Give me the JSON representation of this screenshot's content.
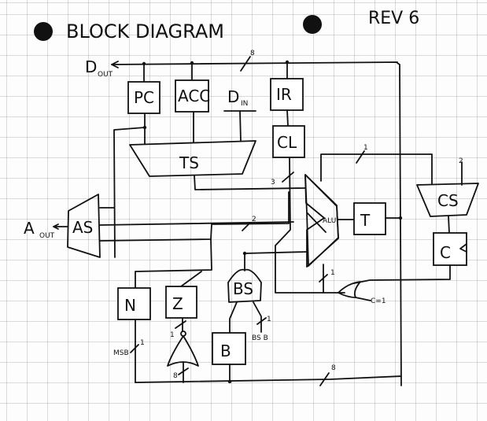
{
  "title": "BLOCK DIAGRAM",
  "revision": "REV 6",
  "signals": {
    "dout": "D",
    "dout_sub": "OUT",
    "din": "D",
    "din_sub": "IN",
    "aout": "A",
    "aout_sub": "OUT",
    "carry_in": "C=1",
    "msb": "MSB",
    "bsb": "BS B"
  },
  "blocks": {
    "pc": "PC",
    "acc": "ACC",
    "ir": "IR",
    "cl": "CL",
    "ts": "TS",
    "as": "AS",
    "alu": "ALU",
    "t": "T",
    "cs": "CS",
    "c": "C",
    "n": "N",
    "z": "Z",
    "bs": "BS",
    "b": "B"
  },
  "bus_widths": {
    "data_bus": "8",
    "cl_bus": "3",
    "alu_to_cs": "1",
    "as_sel": "2",
    "carry": "1",
    "cs_sel": "2",
    "z_out": "1",
    "nor_in": "8",
    "msb_width": "1",
    "bsb_width": "1",
    "bottom_bus": "8"
  }
}
